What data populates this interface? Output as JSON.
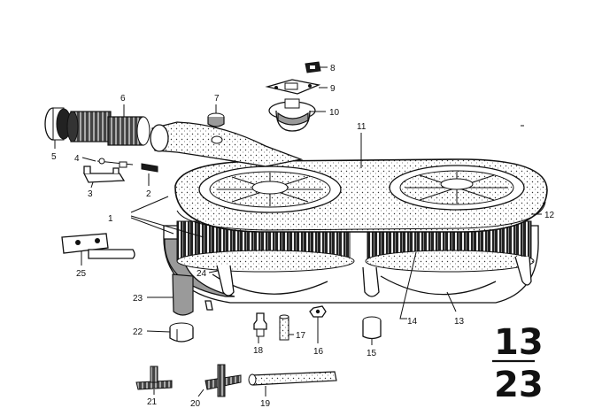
{
  "callouts": [
    {
      "id": "c1",
      "text": "1"
    },
    {
      "id": "c2",
      "text": "2"
    },
    {
      "id": "c3",
      "text": "3"
    },
    {
      "id": "c4",
      "text": "4"
    },
    {
      "id": "c5",
      "text": "5"
    },
    {
      "id": "c6",
      "text": "6"
    },
    {
      "id": "c7",
      "text": "7"
    },
    {
      "id": "c8",
      "text": "8"
    },
    {
      "id": "c9",
      "text": "9"
    },
    {
      "id": "c10",
      "text": "10"
    },
    {
      "id": "c11",
      "text": "11"
    },
    {
      "id": "c12",
      "text": "12"
    },
    {
      "id": "c13",
      "text": "13"
    },
    {
      "id": "c14",
      "text": "14"
    },
    {
      "id": "c15",
      "text": "15"
    },
    {
      "id": "c16",
      "text": "16"
    },
    {
      "id": "c17",
      "text": "17"
    },
    {
      "id": "c18",
      "text": "18"
    },
    {
      "id": "c19",
      "text": "19"
    },
    {
      "id": "c20",
      "text": "20"
    },
    {
      "id": "c21",
      "text": "21"
    },
    {
      "id": "c22",
      "text": "22"
    },
    {
      "id": "c23",
      "text": "23"
    },
    {
      "id": "c24",
      "text": "24"
    },
    {
      "id": "c25",
      "text": "25"
    }
  ],
  "group_code": {
    "top": "13",
    "bottom": "23"
  }
}
